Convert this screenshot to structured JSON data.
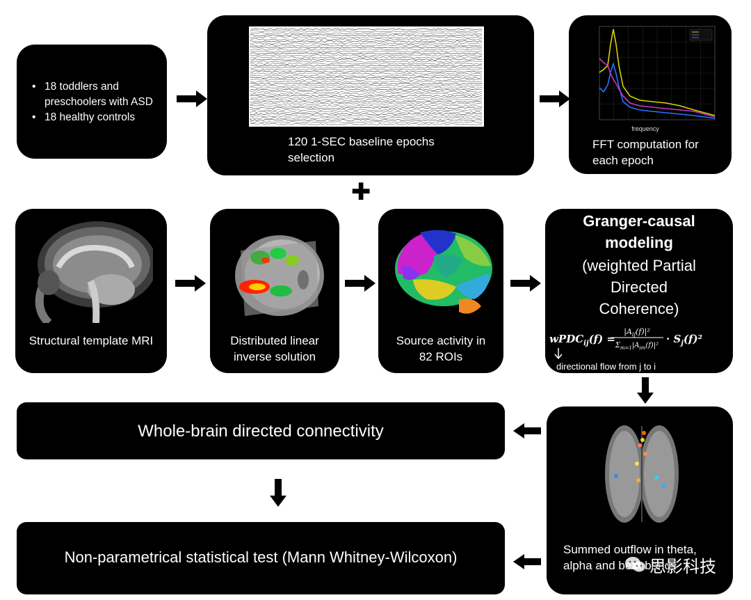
{
  "cohort": {
    "bullets": [
      "18 toddlers and preschoolers with ASD",
      "18 healthy controls"
    ]
  },
  "epochs": {
    "caption_line1": "120 1-SEC baseline epochs",
    "caption_line2": "selection"
  },
  "fft": {
    "caption_line1": "FFT computation for",
    "caption_line2": "each epoch",
    "xaxis_label": "frequency",
    "series_colors": [
      "#d8d400",
      "#2277ff",
      "#cc33cc"
    ]
  },
  "plus_symbol": "✚",
  "mri": {
    "caption": "Structural template MRI"
  },
  "inverse": {
    "caption_line1": "Distributed linear",
    "caption_line2": "inverse solution"
  },
  "source": {
    "caption_line1": "Source activity in",
    "caption_line2": "82 ROIs"
  },
  "granger": {
    "title_line1": "Granger-causal",
    "title_line2": "modeling",
    "sub_line1": "(weighted Partial",
    "sub_line2": "Directed",
    "sub_line3": "Coherence)",
    "formula": "wPDCij(f) = |Aij(f)|² / Σm=1..N |Aim(f)|² · Sj(f)²",
    "note": "directional flow from j to i"
  },
  "outflow": {
    "caption_line1": "Summed outflow in theta,",
    "caption_line2": "alpha and beta bands"
  },
  "connectivity": {
    "label": "Whole-brain directed connectivity"
  },
  "stats": {
    "label": "Non-parametrical statistical test (Mann Whitney-Wilcoxon)"
  },
  "watermark": "思影科技"
}
